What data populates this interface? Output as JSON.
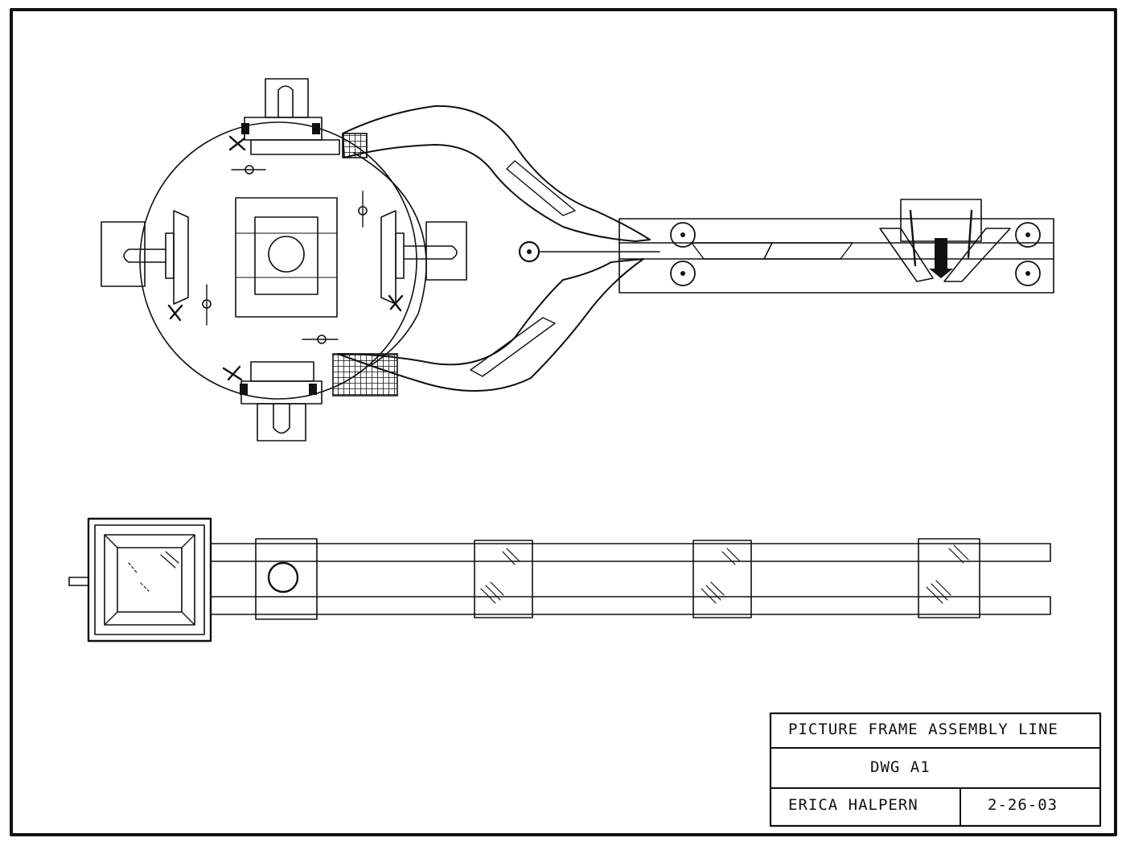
{
  "title_block": {
    "title": "PICTURE FRAME ASSEMBLY LINE",
    "drawing_number": "DWG A1",
    "author": "ERICA HALPERN",
    "date": "2-26-03"
  },
  "colors": {
    "ink": "#111111",
    "paper": "#ffffff"
  }
}
